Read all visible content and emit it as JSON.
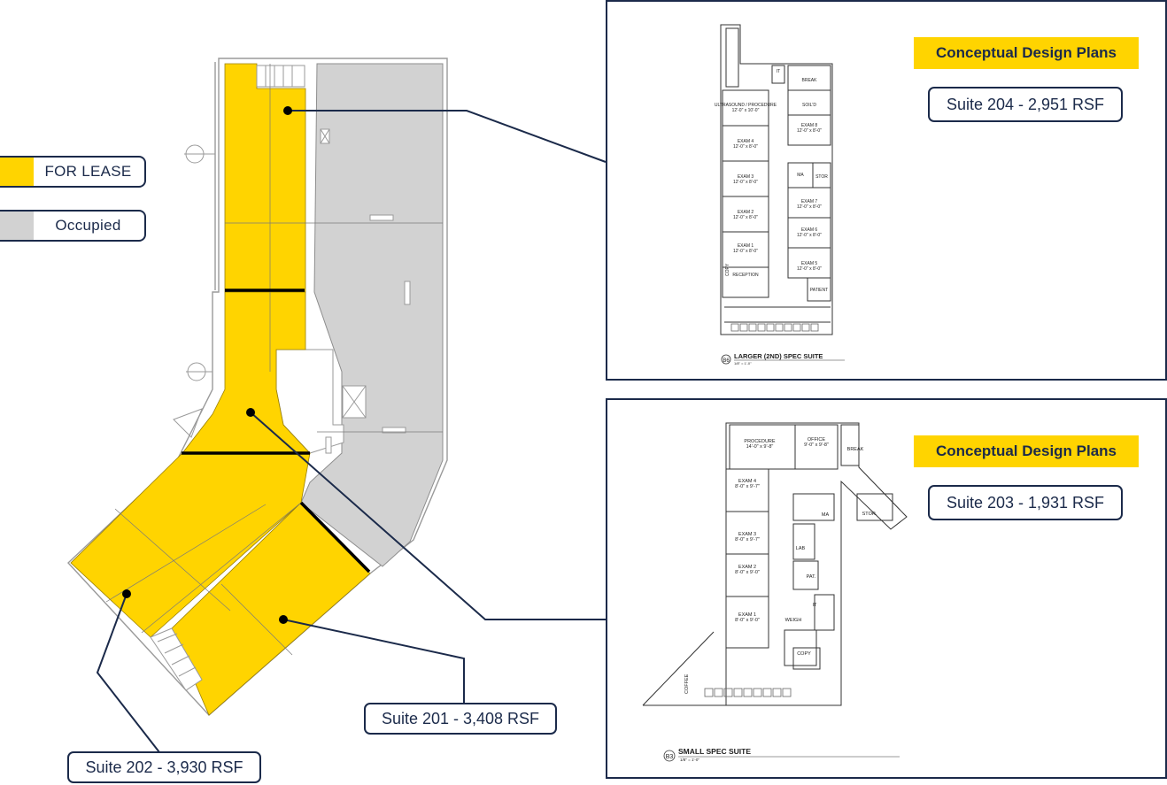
{
  "legend": {
    "for_lease": {
      "label": "FOR LEASE",
      "color": "#ffd400"
    },
    "occupied": {
      "label": "Occupied",
      "color": "#d2d2d2"
    }
  },
  "suites": {
    "s201": "Suite 201 - 3,408 RSF",
    "s202": "Suite 202 - 3,930 RSF",
    "s203": "Suite 203 - 1,931 RSF",
    "s204": "Suite 204 - 2,951 RSF"
  },
  "panels": {
    "top": {
      "heading": "Conceptual Design Plans",
      "title_marker": "B6",
      "title": "LARGER (2ND) SPEC SUITE",
      "scale": "1/8\" = 1'-0\"",
      "rooms": {
        "it": "IT",
        "break": "BREAK",
        "soiled": "SOIL'D",
        "ultrasound": "ULTRASOUND / PROCEDURE",
        "ultrasound_dim": "12'-0\" x 10'-0\"",
        "exam8": "EXAM 8",
        "exam8_dim": "12'-0\" x 8'-0\"",
        "exam4": "EXAM 4",
        "exam4_dim": "12'-0\" x 8'-0\"",
        "exam3": "EXAM 3",
        "exam3_dim": "12'-0\" x 8'-0\"",
        "exam2": "EXAM 2",
        "exam2_dim": "12'-0\" x 8'-0\"",
        "exam1": "EXAM 1",
        "exam1_dim": "12'-0\" x 8'-0\"",
        "ma": "MA",
        "stor": "STOR",
        "exam7": "EXAM 7",
        "exam7_dim": "12'-0\" x 8'-0\"",
        "exam6": "EXAM 6",
        "exam6_dim": "12'-0\" x 8'-0\"",
        "exam5": "EXAM 5",
        "exam5_dim": "12'-0\" x 8'-0\"",
        "copy": "COPY",
        "reception": "RECEPTION",
        "patient": "PATIENT"
      }
    },
    "bottom": {
      "heading": "Conceptual Design Plans",
      "title_marker": "B3",
      "title": "SMALL SPEC SUITE",
      "scale": "1/8\" = 1'-0\"",
      "rooms": {
        "procedure": "PROCEDURE",
        "procedure_dim": "14'-0\" x 9'-8\"",
        "office": "OFFICE",
        "office_dim": "9'-0\" x 9'-8\"",
        "break": "BREAK",
        "exam4": "EXAM 4",
        "exam4_dim": "8'-0\" x 9'-7\"",
        "exam3": "EXAM 3",
        "exam3_dim": "8'-0\" x 9'-7\"",
        "exam2": "EXAM 2",
        "exam2_dim": "8'-0\" x 9'-0\"",
        "exam1": "EXAM 1",
        "exam1_dim": "8'-0\" x 9'-0\"",
        "ma": "MA",
        "stor": "STOR.",
        "lab": "LAB",
        "pat": "PAT.",
        "it": "IT",
        "weigh": "WEIGH",
        "copy": "COPY",
        "coffee": "COFFEE"
      }
    }
  }
}
